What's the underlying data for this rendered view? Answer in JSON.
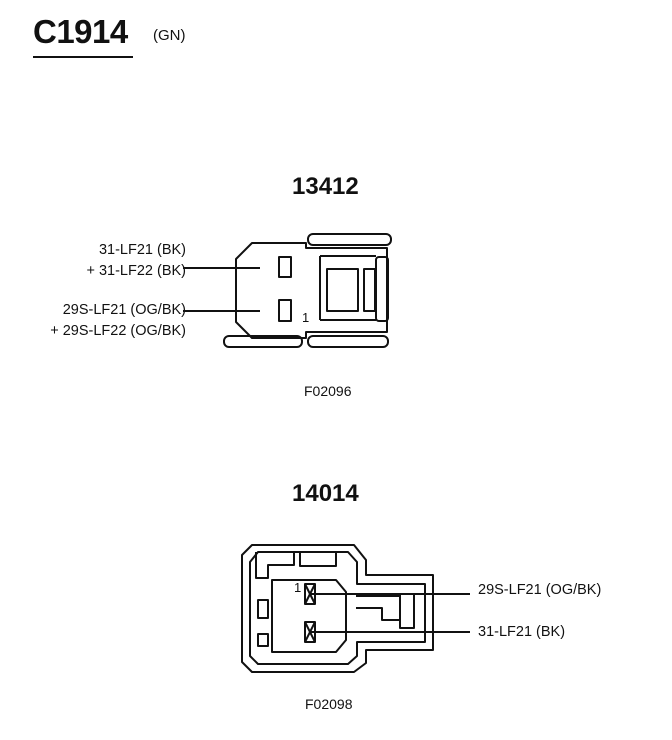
{
  "connector": {
    "id": "C1914",
    "color_code": "(GN)"
  },
  "views": [
    {
      "part_number": "13412",
      "figure_id": "F02096",
      "pin_label": "1",
      "wires": [
        "31-LF21 (BK)",
        "+ 31-LF22 (BK)",
        "29S-LF21 (OG/BK)",
        "+ 29S-LF22 (OG/BK)"
      ]
    },
    {
      "part_number": "14014",
      "figure_id": "F02098",
      "pin_label": "1",
      "wires": [
        "29S-LF21 (OG/BK)",
        "31-LF21 (BK)"
      ]
    }
  ]
}
